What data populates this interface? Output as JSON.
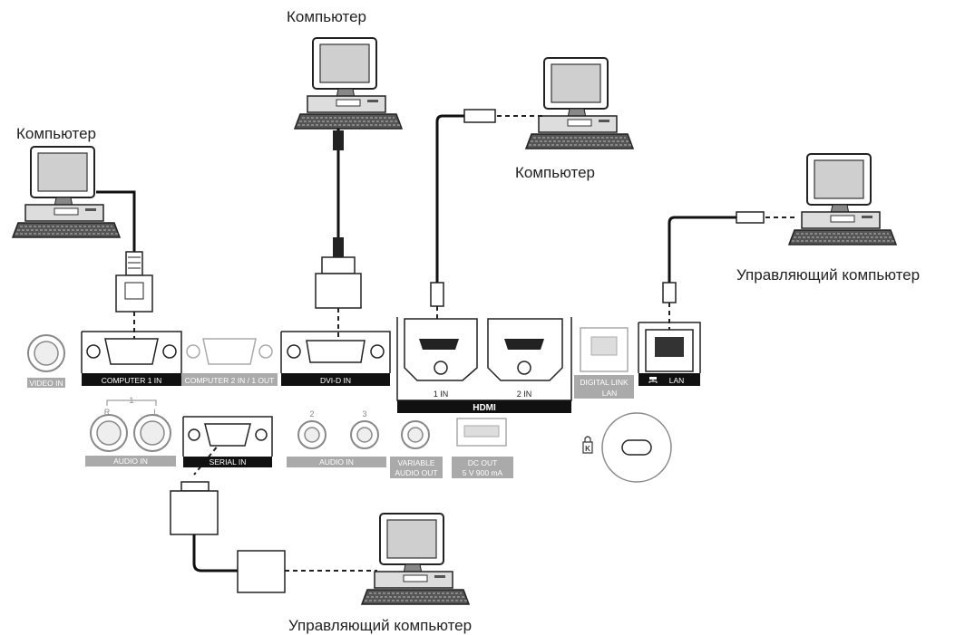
{
  "captions": {
    "pc_top": "Компьютер",
    "pc_left": "Компьютер",
    "pc_hdmi": "Компьютер",
    "pc_lan": "Управляющий компьютер",
    "pc_serial": "Управляющий компьютер"
  },
  "ports": {
    "video_in": "VIDEO IN",
    "computer1_in": "COMPUTER 1 IN",
    "computer2": "COMPUTER 2 IN / 1 OUT",
    "dvi_in": "DVI-D IN",
    "hdmi1": "1 IN",
    "hdmi2": "2 IN",
    "hdmi_logo": "HDMI",
    "digital_link_1": "DIGITAL LINK",
    "digital_link_2": "LAN",
    "lan": "LAN",
    "audio_in_1": "AUDIO IN",
    "audio_1_num": "1",
    "audio_r": "R",
    "audio_l": "L",
    "serial_in": "SERIAL IN",
    "audio_in_23": "AUDIO IN",
    "audio_2": "2",
    "audio_3": "3",
    "variable_1": "VARIABLE",
    "variable_2": "AUDIO OUT",
    "dc_out_1": "DC OUT",
    "dc_out_2": "5 V  900 mA"
  },
  "icons": [
    "computer-icon",
    "kensington-lock-icon",
    "network-icon"
  ]
}
